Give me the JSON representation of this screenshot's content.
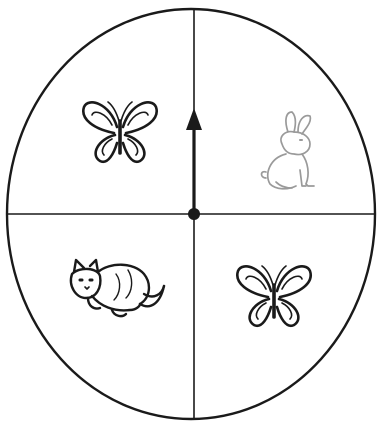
{
  "spinner": {
    "sections": [
      {
        "position": "top-left",
        "animal": "butterfly"
      },
      {
        "position": "top-right",
        "animal": "rabbit"
      },
      {
        "position": "bottom-left",
        "animal": "cat"
      },
      {
        "position": "bottom-right",
        "animal": "butterfly"
      }
    ],
    "arrow_direction": "up",
    "colors": {
      "line": "#1a1a1a",
      "rabbit": "#9a9a9a",
      "background": "#ffffff"
    }
  }
}
